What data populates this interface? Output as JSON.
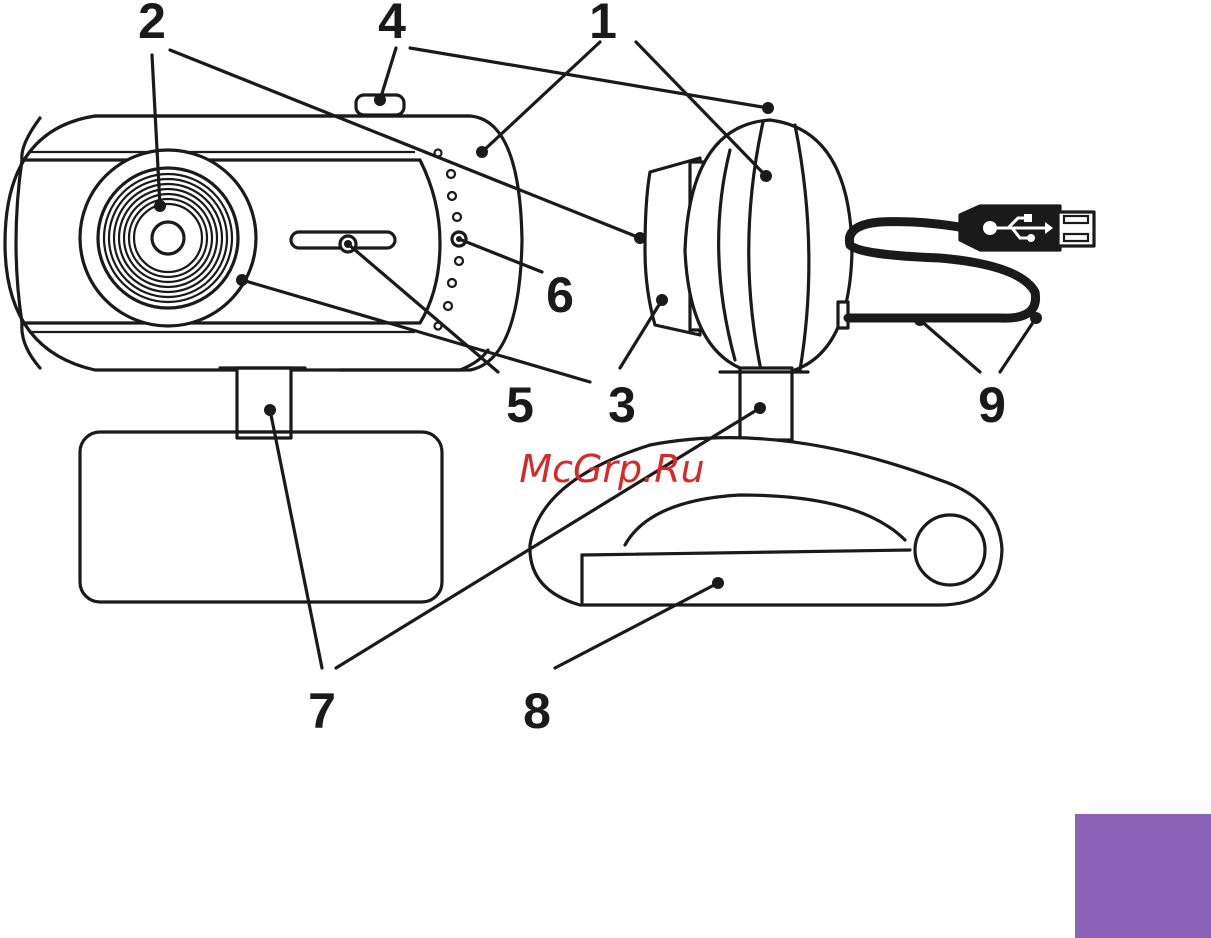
{
  "diagram": {
    "callouts": [
      {
        "id": "c1",
        "text": "1"
      },
      {
        "id": "c2",
        "text": "2"
      },
      {
        "id": "c3",
        "text": "3"
      },
      {
        "id": "c4",
        "text": "4"
      },
      {
        "id": "c5",
        "text": "5"
      },
      {
        "id": "c6",
        "text": "6"
      },
      {
        "id": "c7",
        "text": "7"
      },
      {
        "id": "c8",
        "text": "8"
      },
      {
        "id": "c9",
        "text": "9"
      }
    ],
    "usb_plug_icon": "usb-icon"
  },
  "watermark": {
    "text": "McGrp.Ru",
    "color": "#d42a2a"
  },
  "corner_tab": {
    "color": "#8b62b8"
  },
  "colors": {
    "line": "#1a1a1a",
    "background": "#ffffff"
  }
}
